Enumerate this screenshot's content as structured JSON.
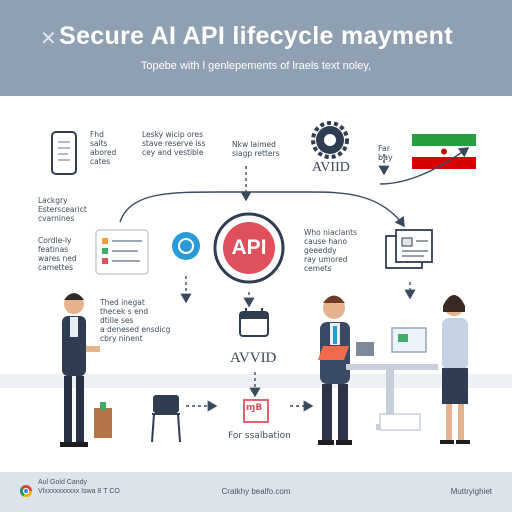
{
  "header": {
    "title": "Secure AI API lifecycle mayment",
    "subtitle": "Topebe with l genlepements of lraels text noley,",
    "mark": "✕"
  },
  "labels": {
    "phone_text": "Fhd\nsalts\nabored\ncates",
    "top_mid_text": "Lesky wicip ores\nstave reserve iss\ncey and vestible",
    "top_right_text": "Nkw laimed\nsiagp retters",
    "avid_top": "AVIID",
    "flag_text": "Far\nbay",
    "left_mid_text": "Lackgry\nEsterscearict\ncvarnines",
    "dashboard_text": "Cordle-ly\nfeatinas\nwares ned\ncamettes",
    "right_mid_text": "Who niaclants\ncause hano\ngeeeddy\nray umored\ncemets",
    "person_text": "Thed inegat\nthecek s end\ndtille ses\na denesed ensdicg\ncbry ninent",
    "api_label": "API",
    "avid_mid": "AVVID",
    "bottom_text": "For ssalbation",
    "doc_icon_text": "ɱB"
  },
  "footer": {
    "left_text": "Aul Gold Candy\nVlxxxxxxxxxx Iswa 8 T CO",
    "center_text": "Cratkhy bealfo.com",
    "right_text": "Muttryighiet"
  },
  "colors": {
    "header_bg": "#8fa0b2",
    "api_red": "#e0505c",
    "accent_blue": "#2a9bd6",
    "navy": "#2f3d52",
    "flag_green": "#239f40",
    "flag_red": "#da0000"
  }
}
